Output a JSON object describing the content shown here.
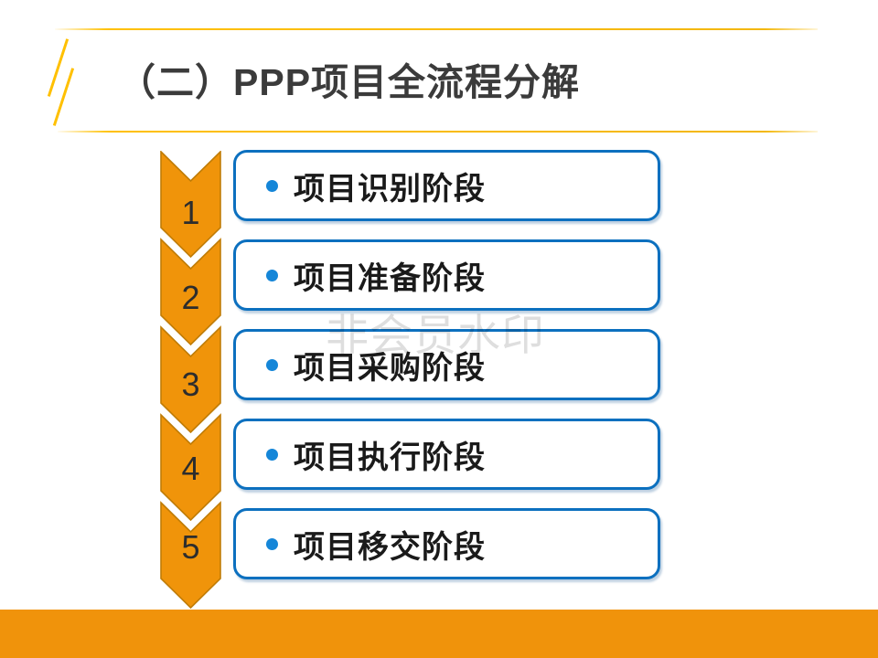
{
  "slide": {
    "title": "（二）PPP项目全流程分解",
    "watermark": "非会员水印",
    "steps": [
      {
        "number": "1",
        "label": "项目识别阶段"
      },
      {
        "number": "2",
        "label": "项目准备阶段"
      },
      {
        "number": "3",
        "label": "项目采购阶段"
      },
      {
        "number": "4",
        "label": "项目执行阶段"
      },
      {
        "number": "5",
        "label": "项目移交阶段"
      }
    ],
    "colors": {
      "accent_orange": "#F0940A",
      "accent_orange_border": "#C07C06",
      "accent_gold": "#FFC000",
      "box_border_blue": "#0C70BF",
      "bullet_blue": "#1586D8",
      "title_gray": "#3B3B3B",
      "watermark_gray": "#D9D9D9"
    }
  }
}
